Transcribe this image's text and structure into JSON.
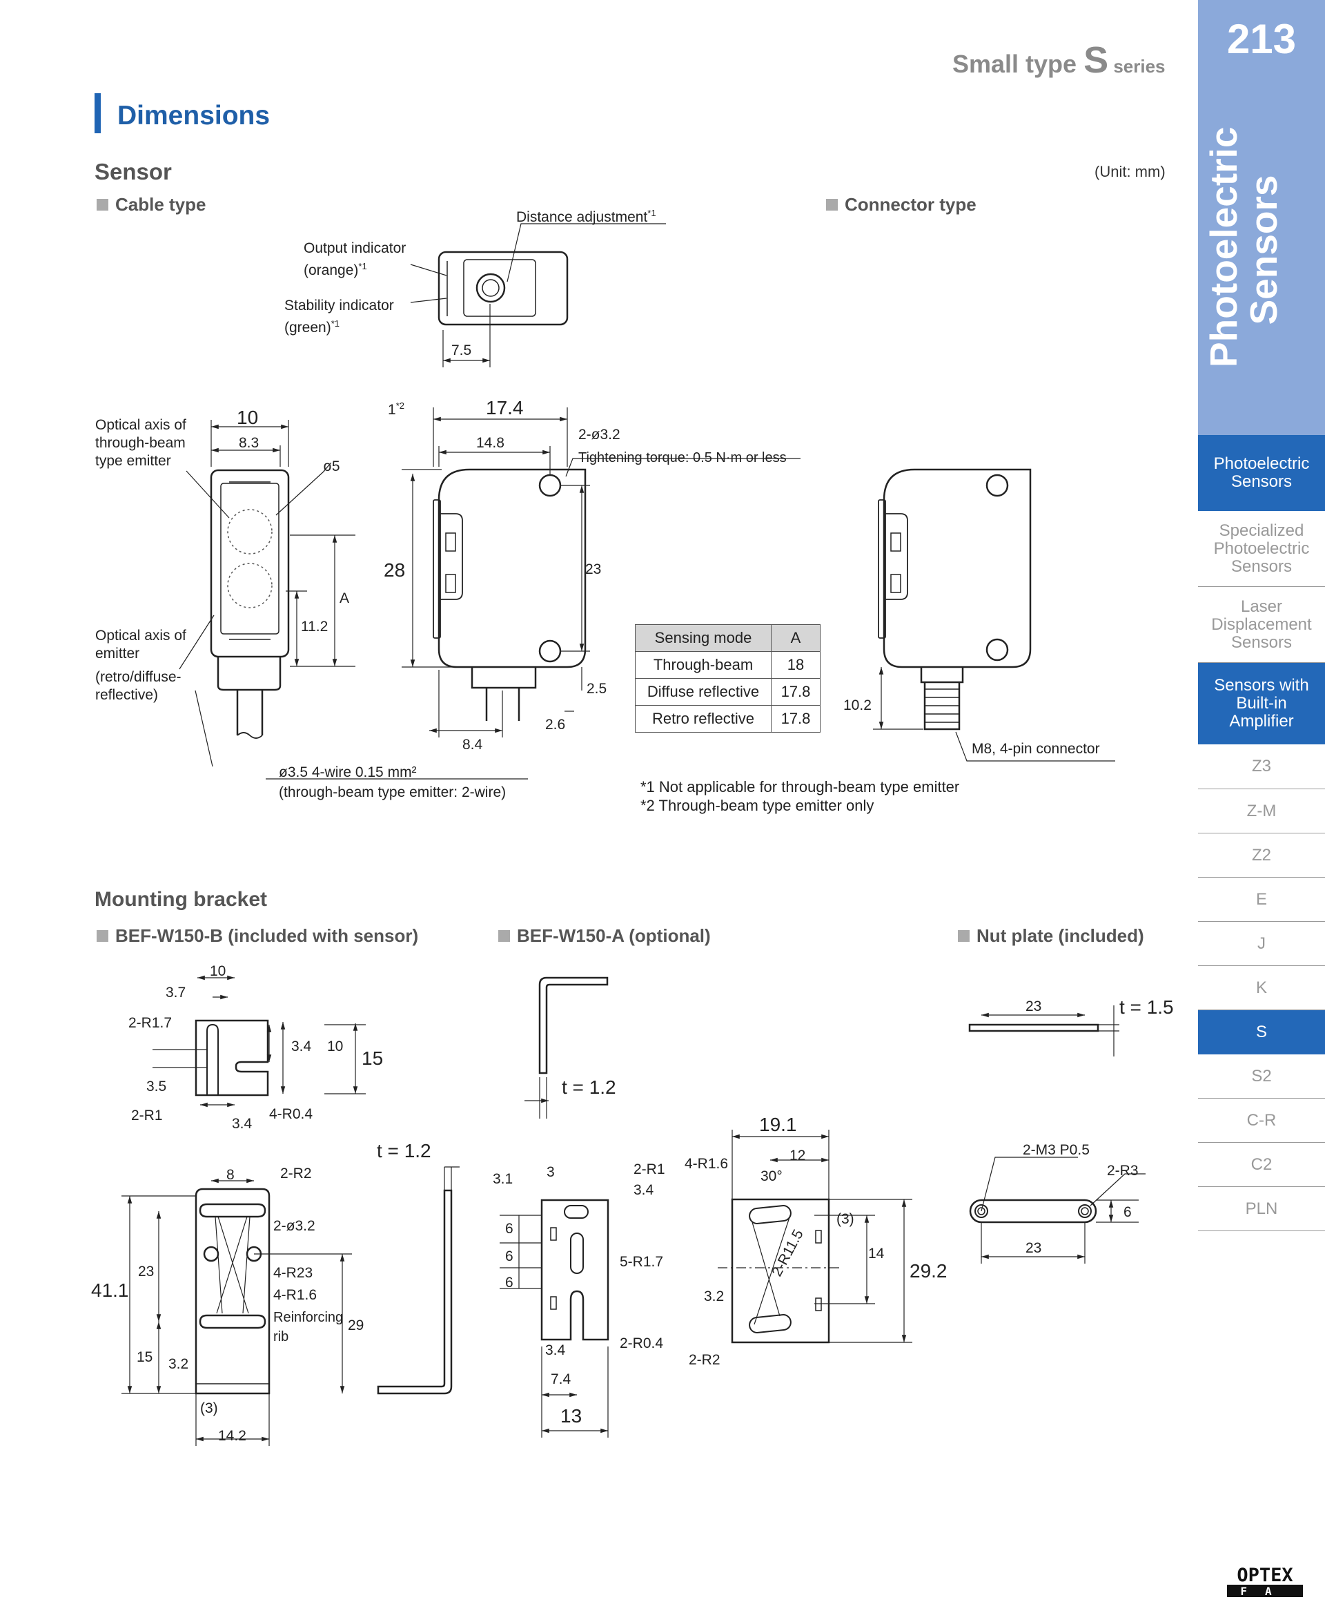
{
  "header": {
    "series_prefix": "Small type ",
    "series_letter": "S",
    "series_suffix": " series",
    "page_number": "213"
  },
  "section_title": "Dimensions",
  "unit": "(Unit: mm)",
  "sensor": {
    "title": "Sensor",
    "cable_type": "Cable type",
    "connector_type": "Connector type",
    "labels": {
      "distance_adjustment": "Distance adjustment",
      "output_indicator": "Output indicator",
      "output_indicator_color": "(orange)",
      "stability_indicator": "Stability indicator",
      "stability_indicator_color": "(green)",
      "optical_axis_tb_1": "Optical axis of",
      "optical_axis_tb_2": "through-beam",
      "optical_axis_tb_3": "type emitter",
      "optical_axis_em_1": "Optical axis of",
      "optical_axis_em_2": "emitter",
      "optical_axis_em_3": "(retro/diffuse-",
      "optical_axis_em_4": "reflective)",
      "hole": "2-ø3.2",
      "torque": "Tightening torque: 0.5 N·m or less",
      "cable": "ø3.5  4-wire 0.15 mm²",
      "cable_note": "(through-beam type emitter: 2-wire)",
      "connector": "M8, 4-pin connector",
      "sup1": "*1",
      "sup2": "*2"
    },
    "dims": {
      "d7_5": "7.5",
      "d10": "10",
      "d8_3": "8.3",
      "d_o5": "ø5",
      "dA": "A",
      "d11_2": "11.2",
      "d1": "1",
      "d17_4": "17.4",
      "d14_8": "14.8",
      "d28": "28",
      "d23": "23",
      "d2_5": "2.5",
      "d2_6": "2.6",
      "d8_4": "8.4",
      "d10_2": "10.2"
    },
    "sensing_table": {
      "headers": [
        "Sensing mode",
        "A"
      ],
      "rows": [
        [
          "Through-beam",
          "18"
        ],
        [
          "Diffuse reflective",
          "17.8"
        ],
        [
          "Retro reflective",
          "17.8"
        ]
      ]
    },
    "notes": [
      "*1 Not applicable for through-beam type emitter",
      "*2 Through-beam type emitter only"
    ]
  },
  "bracket": {
    "title": "Mounting bracket",
    "b150b": "BEF-W150-B (included with sensor)",
    "b150a": "BEF-W150-A (optional)",
    "nut": "Nut plate (included)",
    "dims_b": {
      "d10": "10",
      "d3_7": "3.7",
      "r1_7": "2-R1.7",
      "d3_4a": "3.4",
      "d10b": "10",
      "d15": "15",
      "d3_5": "3.5",
      "r1": "2-R1",
      "d3_4b": "3.4",
      "r0_4": "4-R0.4",
      "d8": "8",
      "r2": "2-R2",
      "h3_2": "2-ø3.2",
      "d41_1": "41.1",
      "d23": "23",
      "r23": "4-R23",
      "r1_6": "4-R1.6",
      "rib1": "Reinforcing",
      "rib2": "rib",
      "d29": "29",
      "d15b": "15",
      "d3_2": "3.2",
      "d3p": "(3)",
      "d14_2": "14.2",
      "t12": "t = 1.2"
    },
    "dims_a": {
      "t12": "t = 1.2",
      "d3_1": "3.1",
      "d3": "3",
      "r1": "2-R1",
      "d3_4": "3.4",
      "d6a": "6",
      "d6b": "6",
      "d6c": "6",
      "r1_7": "5-R1.7",
      "d3_4b": "3.4",
      "r0_4": "2-R0.4",
      "d7_4": "7.4",
      "d13": "13",
      "d19_1": "19.1",
      "r1_6": "4-R1.6",
      "d12": "12",
      "a30": "30°",
      "d3p": "(3)",
      "r11_5": "2-R11.5",
      "d14": "14",
      "d29_2": "29.2",
      "d3_2": "3.2",
      "r2": "2-R2"
    },
    "dims_n": {
      "d23a": "23",
      "t15": "t = 1.5",
      "m3": "2-M3 P0.5",
      "r3": "2-R3",
      "d6": "6",
      "d23b": "23"
    }
  },
  "sidebar": {
    "title_line1": "Photoelectric",
    "title_line2": "Sensors",
    "items": [
      {
        "label_lines": [
          "Photoelectric",
          "Sensors"
        ],
        "active": true
      },
      {
        "label_lines": [
          "Specialized",
          "Photoelectric",
          "Sensors"
        ],
        "active": false
      },
      {
        "label_lines": [
          "Laser",
          "Displacement",
          "Sensors"
        ],
        "active": false
      },
      {
        "label_lines": [
          "Sensors with",
          "Built-in",
          "Amplifier"
        ],
        "active": true
      },
      {
        "label_lines": [
          "Z3"
        ],
        "active": false
      },
      {
        "label_lines": [
          "Z-M"
        ],
        "active": false
      },
      {
        "label_lines": [
          "Z2"
        ],
        "active": false
      },
      {
        "label_lines": [
          "E"
        ],
        "active": false
      },
      {
        "label_lines": [
          "J"
        ],
        "active": false
      },
      {
        "label_lines": [
          "K"
        ],
        "active": false
      },
      {
        "label_lines": [
          "S"
        ],
        "active": true
      },
      {
        "label_lines": [
          "S2"
        ],
        "active": false
      },
      {
        "label_lines": [
          "C-R"
        ],
        "active": false
      },
      {
        "label_lines": [
          "C2"
        ],
        "active": false
      },
      {
        "label_lines": [
          "PLN"
        ],
        "active": false
      }
    ]
  },
  "logo": {
    "line1": "OPTEX",
    "line2": "FA"
  }
}
